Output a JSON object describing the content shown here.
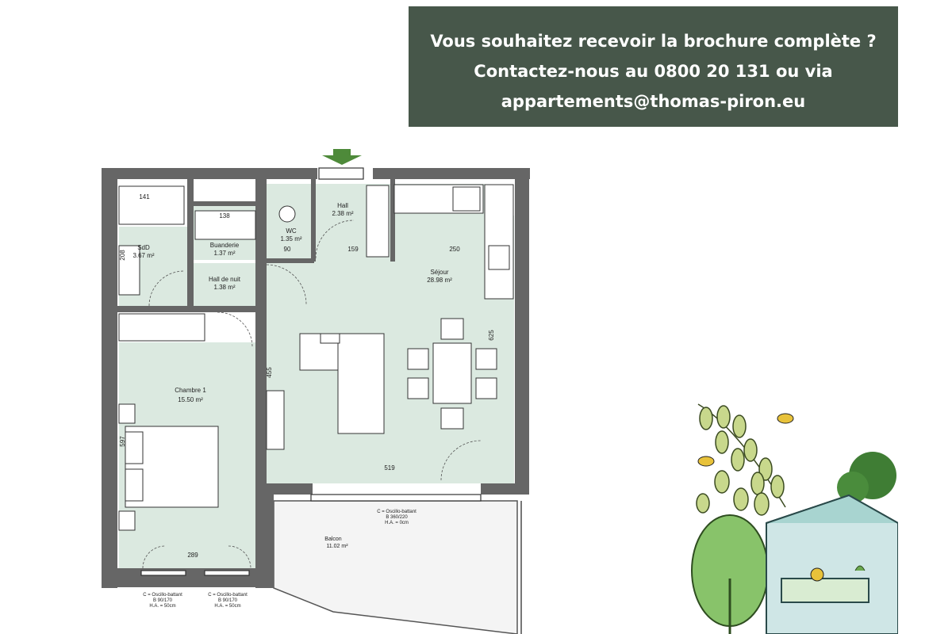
{
  "banner": {
    "line1": "Vous souhaitez recevoir la brochure complète ?",
    "line2": "Contactez-nous au 0800 20 131 ou via",
    "line3": "appartements@thomas-piron.eu",
    "background": "#47574a",
    "text_color": "#ffffff"
  },
  "colors": {
    "floor": "#dbe9e0",
    "wall": "#666666",
    "entrance_arrow": "#4e8a3a",
    "balcony": "#f4f4f4"
  },
  "plan": {
    "rooms": [
      {
        "name": "SdD",
        "area": "3.67 m²"
      },
      {
        "name": "Buanderie",
        "area": "1.37 m²"
      },
      {
        "name": "WC",
        "area": "1.35 m²"
      },
      {
        "name": "Hall",
        "area": "2.38 m²"
      },
      {
        "name": "Hall de nuit",
        "area": "1.38 m²"
      },
      {
        "name": "Séjour",
        "area": "28.98 m²"
      },
      {
        "name": "Chambre 1",
        "area": "15.50 m²"
      },
      {
        "name": "Balcon",
        "area": "11.02  m²"
      }
    ],
    "dims": [
      "141",
      "138",
      "208",
      "90",
      "159",
      "250",
      "625",
      "455",
      "519",
      "597",
      "289"
    ],
    "windows": [
      {
        "type": "C = Oscillo-battant",
        "size": "B 360/220",
        "ha": "H.A. = 0cm"
      },
      {
        "type": "C = Oscillo-battant",
        "size": "B 90/170",
        "ha": "H.A. = 50cm"
      },
      {
        "type": "C = Oscillo-battant",
        "size": "B 90/170",
        "ha": "H.A. = 50cm"
      }
    ]
  }
}
